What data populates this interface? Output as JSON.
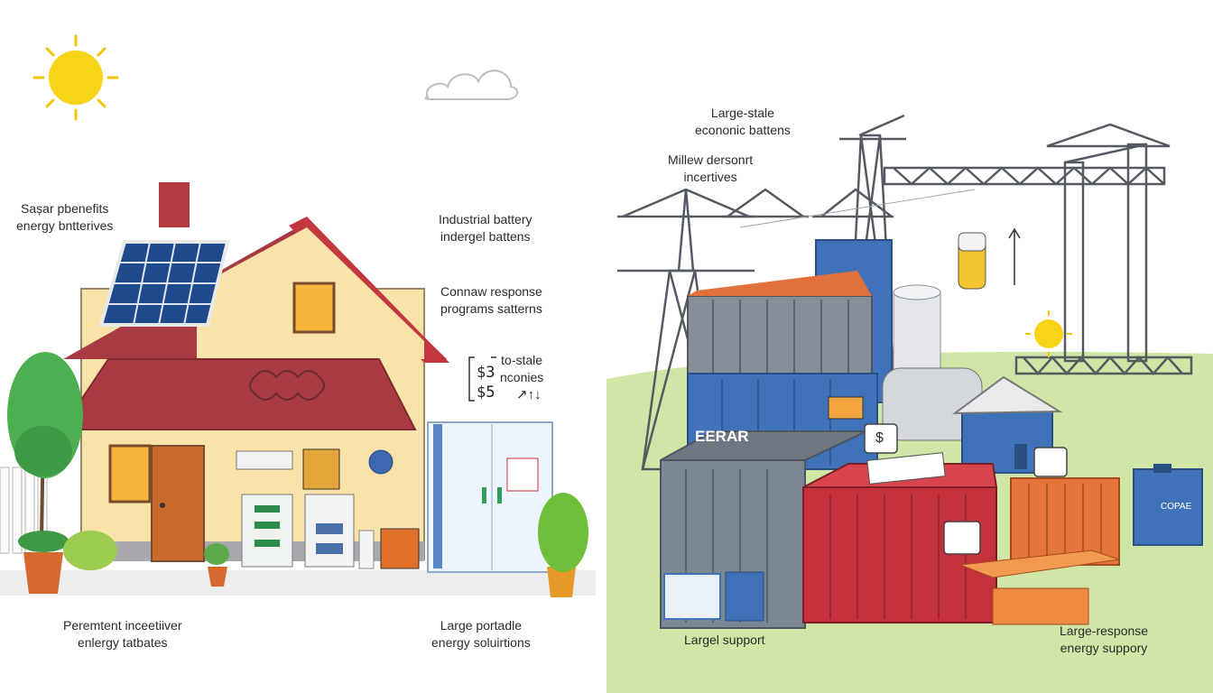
{
  "labels": {
    "solar_benefits": [
      "Sașar pbenefits",
      "energy bntterives"
    ],
    "industrial_battery": [
      "Industrial battery",
      "indergel battens"
    ],
    "connaw_response": [
      "Connaw response",
      "programs satterns"
    ],
    "to_stale": [
      "to-stale",
      "nconies"
    ],
    "price_1": "$3",
    "price_2": "$5",
    "arrows": "↗↑↓",
    "large_stale": [
      "Large-stale",
      "econonic battens"
    ],
    "millew": [
      "Millew dersonrt",
      "incertives"
    ],
    "perementt": [
      "Peremtent inceetiiver",
      "enlergy tatbates"
    ],
    "large_portadle": [
      "Large portadle",
      "energy soluirtions"
    ],
    "larger_support": "Largel support",
    "large_response": [
      "Large-response",
      "energy suppory"
    ],
    "container_mark": "EERAR",
    "dollar_tag": "$",
    "device_mark": "COPAE"
  },
  "colors": {
    "sun": "#f7d516",
    "roof": "#a83a44",
    "house_wall": "#f9e3a8",
    "grass": "#c8e49a",
    "container_blue": "#3f72b8",
    "container_gray": "#7c8794",
    "container_red": "#c4303b",
    "container_orange": "#e5743a",
    "tower": "#555a61"
  }
}
